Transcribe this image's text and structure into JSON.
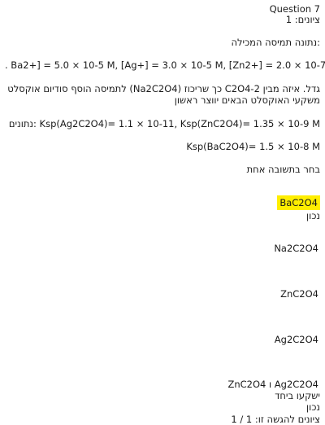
{
  "header": {
    "question": "Question 7",
    "points": "ציונים: 1"
  },
  "body": {
    "intro": "נתונה תמיסה המכילה:",
    "concentrations": ". Ba2+] = 5.0 × 10-5 M, [Ag+] = 3.0 × 10-5 M, [Zn2+] = 2.0 × 10-7 M]",
    "task_line1": "לתמיסה הוסף סודיום אוקסלט (Na2C2O4) כך שריכוז C2O4-2 גדל. איזה מבין",
    "task_line2": "משקעי האוקסלט הבאים יווצר ראשון",
    "given1": "נתונים: Ksp(Ag2C2O4)= 1.1 × 10-11, Ksp(ZnC2O4)= 1.35 × 10-9 M",
    "given2": "Ksp(BaC2O4)= 1.5 × 10-8 M",
    "instruction": "בחר בתשובה אחת"
  },
  "options": [
    {
      "label": "BaC2O4",
      "note": "נכון",
      "selected": true
    },
    {
      "label": "Na2C2O4"
    },
    {
      "label": "ZnC2O4"
    },
    {
      "label": "Ag2C2O4"
    },
    {
      "label": "ZnC2O4 ו Ag2C2O4",
      "note": "ישקעו ביחד",
      "note2": "נכון"
    }
  ],
  "footer": {
    "score": "ציונים להגשה זו: 1 / 1"
  },
  "colors": {
    "highlight": "#ffee00",
    "text": "#1a1a1a"
  }
}
